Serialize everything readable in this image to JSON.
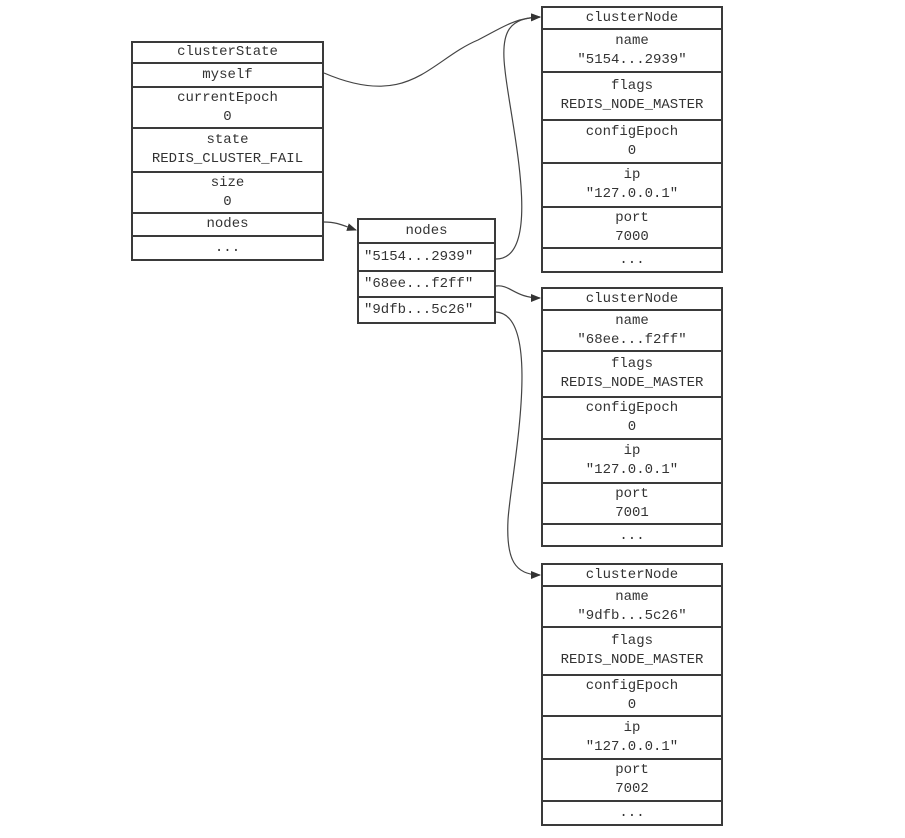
{
  "cluster_state": {
    "title": "clusterState",
    "myself": "myself",
    "current_epoch_label": "currentEpoch",
    "current_epoch_value": "0",
    "state_label": "state",
    "state_value": "REDIS_CLUSTER_FAIL",
    "size_label": "size",
    "size_value": "0",
    "nodes": "nodes",
    "more": "..."
  },
  "nodes_dict": {
    "title": "nodes",
    "keys": [
      "\"5154...2939\"",
      "\"68ee...f2ff\"",
      "\"9dfb...5c26\""
    ]
  },
  "cluster_nodes": [
    {
      "title": "clusterNode",
      "name_label": "name",
      "name_value": "\"5154...2939\"",
      "flags_label": "flags",
      "flags_value": "REDIS_NODE_MASTER",
      "config_epoch_label": "configEpoch",
      "config_epoch_value": "0",
      "ip_label": "ip",
      "ip_value": "\"127.0.0.1\"",
      "port_label": "port",
      "port_value": "7000",
      "more": "..."
    },
    {
      "title": "clusterNode",
      "name_label": "name",
      "name_value": "\"68ee...f2ff\"",
      "flags_label": "flags",
      "flags_value": "REDIS_NODE_MASTER",
      "config_epoch_label": "configEpoch",
      "config_epoch_value": "0",
      "ip_label": "ip",
      "ip_value": "\"127.0.0.1\"",
      "port_label": "port",
      "port_value": "7001",
      "more": "..."
    },
    {
      "title": "clusterNode",
      "name_label": "name",
      "name_value": "\"9dfb...5c26\"",
      "flags_label": "flags",
      "flags_value": "REDIS_NODE_MASTER",
      "config_epoch_label": "configEpoch",
      "config_epoch_value": "0",
      "ip_label": "ip",
      "ip_value": "\"127.0.0.1\"",
      "port_label": "port",
      "port_value": "7002",
      "more": "..."
    }
  ]
}
